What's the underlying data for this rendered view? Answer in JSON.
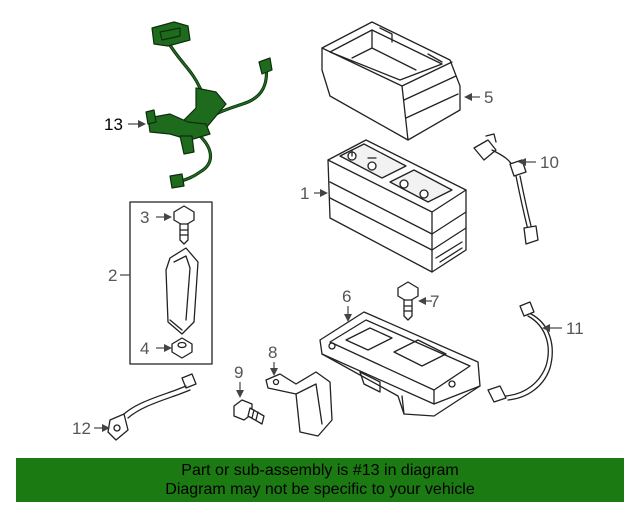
{
  "parts": [
    {
      "num": "1"
    },
    {
      "num": "2"
    },
    {
      "num": "3"
    },
    {
      "num": "4"
    },
    {
      "num": "5"
    },
    {
      "num": "6"
    },
    {
      "num": "7"
    },
    {
      "num": "8"
    },
    {
      "num": "9"
    },
    {
      "num": "10"
    },
    {
      "num": "11"
    },
    {
      "num": "12"
    },
    {
      "num": "13"
    }
  ],
  "highlighted_part": "13",
  "highlight_color": "#1c7a12",
  "banner": {
    "line1": "Part or sub-assembly is #13 in diagram",
    "line2": "Diagram may not be specific to your vehicle"
  }
}
